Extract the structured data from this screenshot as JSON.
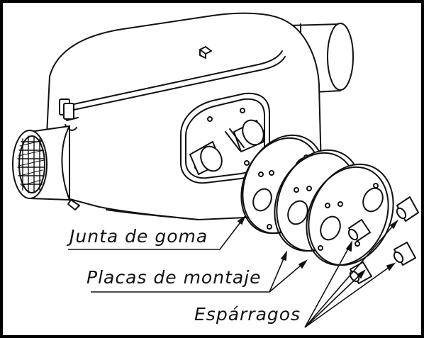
{
  "labels": {
    "rubber_gasket": "Junta de goma",
    "mounting_plates": "Placas de montaje",
    "studs": "Espárragos"
  },
  "colors": {
    "line": "#111111",
    "background": "#ffffff",
    "frame": "#000000"
  }
}
